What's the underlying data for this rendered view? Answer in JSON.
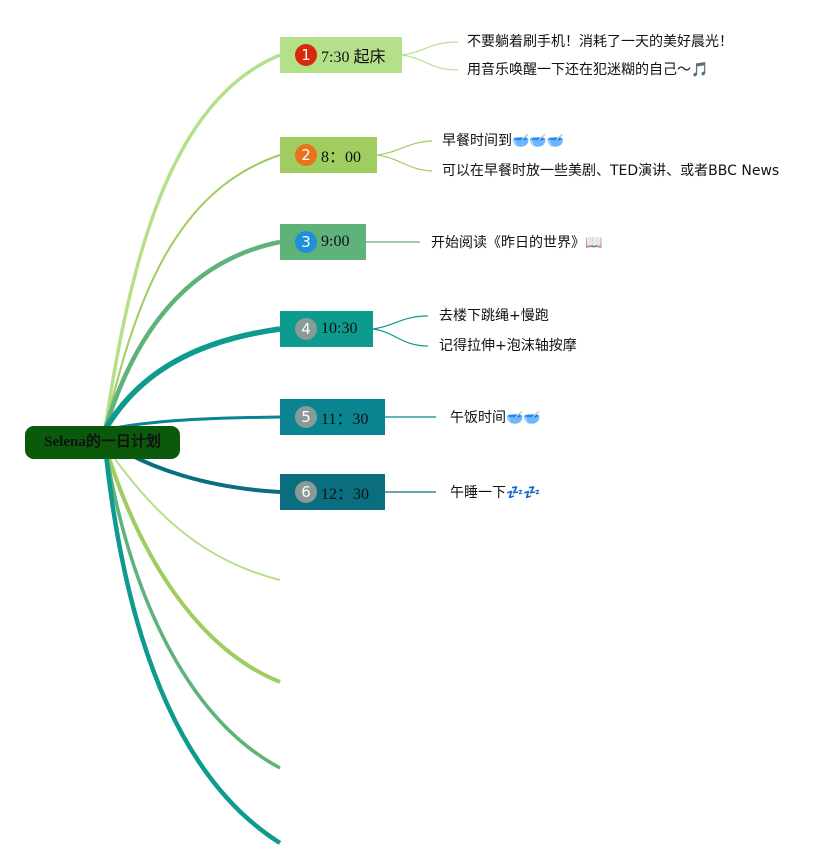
{
  "root": {
    "label": "Selena的一日计划"
  },
  "topics": [
    {
      "marker": "1",
      "time": "7:30 起床",
      "color": "#b5e08a",
      "marker_color": "#d62a0a",
      "notes": [
        "不要躺着刷手机！消耗了一天的美好晨光！",
        "用音乐唤醒一下还在犯迷糊的自己～🎵"
      ]
    },
    {
      "marker": "2",
      "time": "8：00",
      "color": "#9fcd5f",
      "marker_color": "#e8731a",
      "notes": [
        "早餐时间到🥣🥣🥣",
        "可以在早餐时放一些美剧、TED演讲、或者BBC News"
      ]
    },
    {
      "marker": "3",
      "time": "9:00",
      "color": "#5fb27a",
      "marker_color": "#1e90d8",
      "notes": [
        "开始阅读《昨日的世界》📖"
      ]
    },
    {
      "marker": "4",
      "time": "10:30",
      "color": "#0d9a8f",
      "marker_color": "#8a9a98",
      "notes": [
        "去楼下跳绳+慢跑",
        "记得拉伸+泡沫轴按摩"
      ]
    },
    {
      "marker": "5",
      "time": "11：30",
      "color": "#0a8490",
      "marker_color": "#8a9a98",
      "notes": [
        "午饭时间🥣🥣"
      ]
    },
    {
      "marker": "6",
      "time": "12：30",
      "color": "#0a6e7e",
      "marker_color": "#8a9a98",
      "notes": [
        "午睡一下💤💤"
      ]
    }
  ],
  "colors": {
    "root_fill": "#0b5a0b",
    "empty_branches": [
      "#b5e08a",
      "#9fcd5f",
      "#5fb27a",
      "#0d9a8f"
    ]
  }
}
